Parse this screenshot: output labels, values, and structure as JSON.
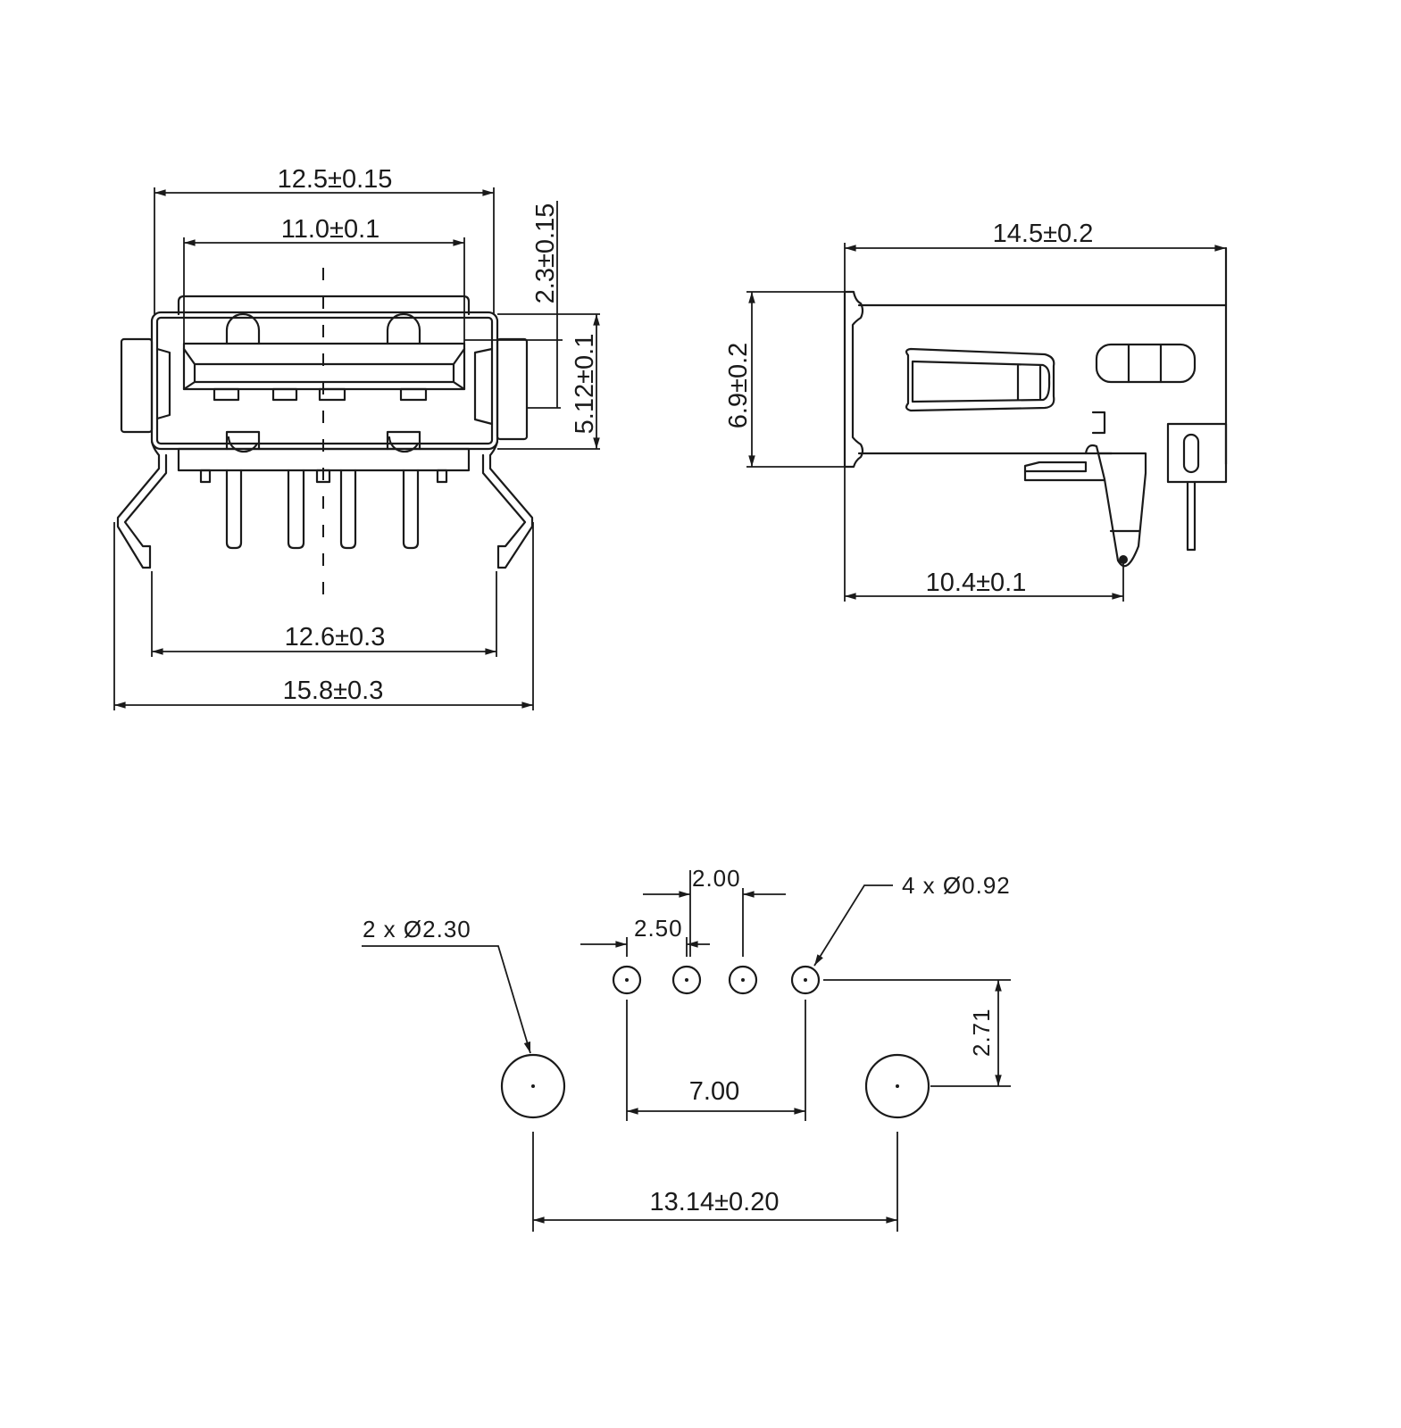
{
  "front_view": {
    "overall_width": "12.5±0.15",
    "cavity_width": "11.0±0.1",
    "shell_offset": "2.3±0.15",
    "body_height": "5.12±0.1",
    "leg_inner_span": "12.6±0.3",
    "leg_outer_span": "15.8±0.3"
  },
  "side_view": {
    "length": "14.5±0.2",
    "height": "6.9±0.2",
    "pin_distance": "10.4±0.1"
  },
  "footprint": {
    "pitch_small": "2.00",
    "pitch_large": "2.50",
    "signal_holes": "4 x Ø0.92",
    "mount_holes": "2 x Ø2.30",
    "row_offset": "2.71",
    "outer_pin_span": "7.00",
    "mount_span": "13.14±0.20"
  }
}
